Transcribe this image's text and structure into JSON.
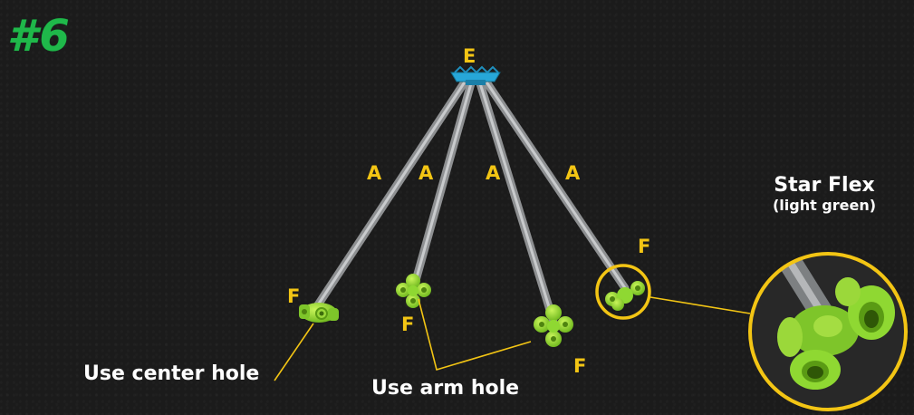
{
  "step_number": "#6",
  "part_labels": {
    "hub": "E",
    "rods": [
      "A",
      "A",
      "A",
      "A"
    ],
    "connectors": [
      "F",
      "F",
      "F",
      "F"
    ]
  },
  "callouts": {
    "center_hole": "Use center hole",
    "arm_hole": "Use arm hole"
  },
  "detail": {
    "title": "Star Flex",
    "subtitle": "(light green)"
  },
  "colors": {
    "step_number": "#1fb84a",
    "label": "#f3c514",
    "rod": "#a7a9ab",
    "connector": "#8fd832",
    "hub": "#27a7d8",
    "callout_line": "#f3c514"
  }
}
